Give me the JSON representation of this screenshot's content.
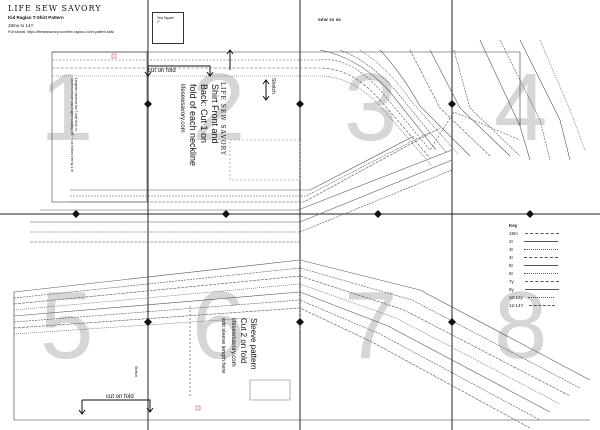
{
  "header": {
    "brand": "LIFE SEW SAVORY",
    "title": "Kid Raglan T-Shirt Pattern",
    "sizes": "18mo to 14Y",
    "tutorial": "Full tutorial: https://lifesewsavory.com/free-raglan-t-shirt-pattern-kids/"
  },
  "test_square": {
    "label": "Test Square\n2\""
  },
  "page_label": "SEW 50 98",
  "page_numbers": [
    "1",
    "2",
    "3",
    "4",
    "5",
    "6",
    "7",
    "8"
  ],
  "front_piece": {
    "brand": "LIFE SEW SAVORY",
    "lines": [
      "Shirt Front and",
      "Back: Cut 1 on",
      "fold of each neckline"
    ],
    "site": "lifesewsavory.com",
    "cut_on_fold": "cut on fold",
    "stretch": "Stretch",
    "vertical_note": "Lengthen shortens the T-shirt here, to\nshorten remove and lengthen adding 3/8\" + cut bottom trim by 1 of"
  },
  "sleeve_piece": {
    "lines": [
      "Sleeve pattern",
      "Cut 2 on fold"
    ],
    "site": "lifesewsavory.com",
    "edit_note": "edit sleeve length here",
    "cut_on_fold": "cut on fold",
    "stretch_note": "Stretch"
  },
  "key": {
    "title": "Key",
    "sizes": [
      "18m",
      "2t",
      "3t",
      "4t",
      "5t",
      "6t",
      "7y",
      "8y",
      "10-12y",
      "12-14Y"
    ]
  }
}
